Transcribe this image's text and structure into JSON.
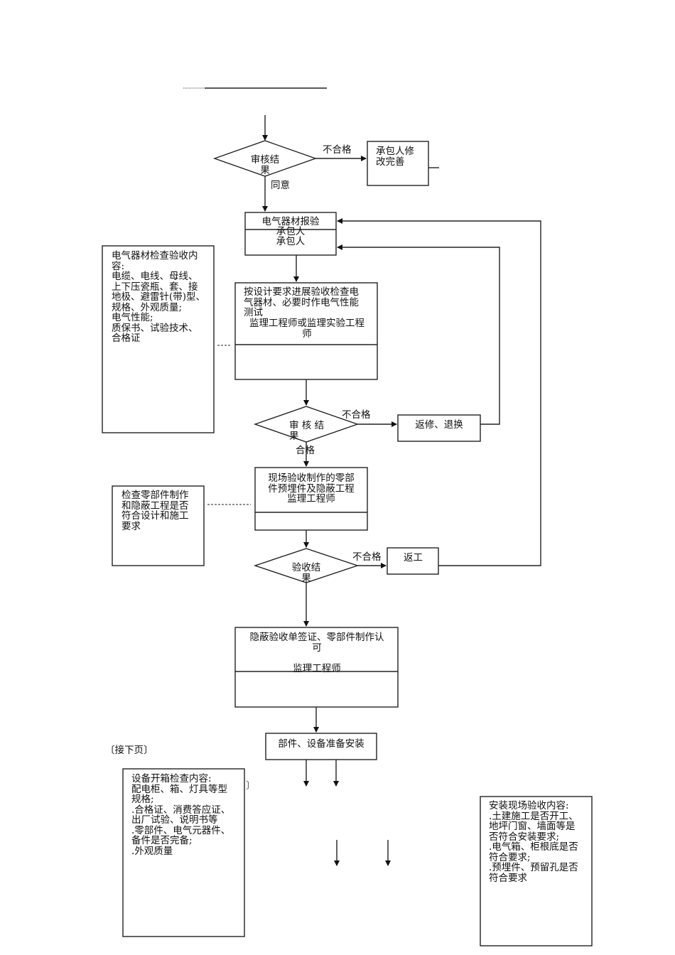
{
  "header_rule": "",
  "nodes": {
    "review1": {
      "label": "审核结\n果"
    },
    "contractor_fix": {
      "label": "承包人修\n改完善"
    },
    "material_report": {
      "title": "电气器材报验",
      "sub1": "承包人",
      "sub2": "承包人"
    },
    "material_check_notes": {
      "label": "电气器材检查验收内\n容:\n电缆、电线、母线、\n上下压瓷瓶、套、接\n地极、避雷针(带)型、\n规格、外观质量;\n电气性能;\n质保书、试验技术、\n合格证"
    },
    "inspect_test": {
      "label": "按设计要求进展验收检查电\n气器材、必要时作电气性能\n测试",
      "role": "监理工程师或监理实验工程\n师"
    },
    "review2": {
      "label": "审 核 结\n果"
    },
    "repair_replace": {
      "label": "返修、退换"
    },
    "parts_check_notes": {
      "label": "检查零部件制作\n和隐蔽工程是否\n符合设计和施工\n要求"
    },
    "site_acceptance": {
      "label": "现场验收制作的零部\n件预埋件及隐蔽工程",
      "role": "监理工程师"
    },
    "review3": {
      "label": "验收结\n果"
    },
    "rework": {
      "label": "返工"
    },
    "hidden_signoff": {
      "label": "隐蔽验收单签证、零部件制作认\n可",
      "role": "监理工程师"
    },
    "prepare_install": {
      "label": "部件、设备准备安装"
    },
    "unboxing_notes": {
      "label": "设备开箱检查内容:\n配电柜、箱、灯具等型\n规格;\n.合格证、消费答应证、\n出厂试验、说明书等\n.零部件、电气元器件、\n备件是否完备;\n.外观质量"
    },
    "site_install_notes": {
      "label": "安装现场验收内容:\n.土建施工是否开工、\n地坪门窗、墙面等是\n否符合安装要求;\n.电气箱、柜根底是否\n符合要求;\n.预埋件、预留孔是否\n符合要求"
    }
  },
  "edge_labels": {
    "fail1": "不合格",
    "agree": "同意",
    "fail2": "不合格",
    "pass2": "合格",
    "fail3": "不合格"
  },
  "continued": "〔接下页〕",
  "stray_bracket": "〕"
}
